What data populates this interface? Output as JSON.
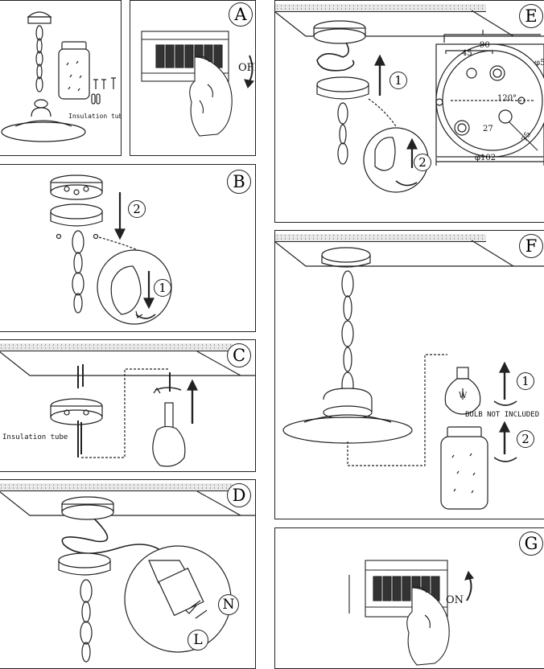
{
  "panels": {
    "A": {
      "letter": "A",
      "label_insulation": "Insulation tube",
      "label_off": "OFF"
    },
    "B": {
      "letter": "B",
      "step1": "1",
      "step2": "2"
    },
    "C": {
      "letter": "C",
      "label_insulation": "Insulation tube"
    },
    "D": {
      "letter": "D",
      "label_n": "N",
      "label_l": "L"
    },
    "E": {
      "letter": "E",
      "step1": "1",
      "step2": "2",
      "dim_90": "90",
      "dim_45": "45",
      "dim_phi5": "φ5",
      "dim_120": "120°",
      "dim_27": "27",
      "dim_75": "75",
      "dim_phi102": "φ102"
    },
    "F": {
      "letter": "F",
      "step1": "1",
      "step2": "2",
      "bulb_note": "BULB NOT INCLUDED",
      "bulb_w": "W"
    },
    "G": {
      "letter": "G",
      "label_on": "ON"
    }
  },
  "colors": {
    "line": "#222222",
    "ceiling_fill": "#e8e8e8",
    "background": "#ffffff"
  }
}
